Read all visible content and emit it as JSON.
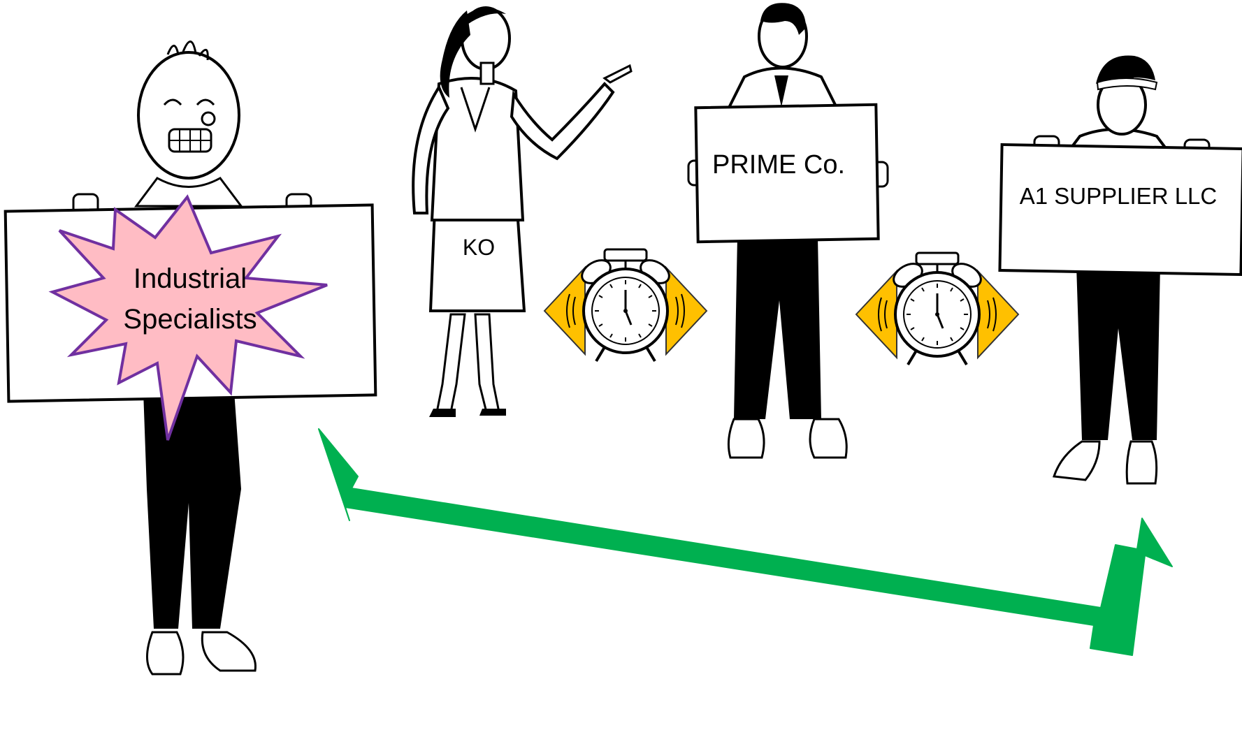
{
  "colors": {
    "arrow_green": "#00b050",
    "clock_arrow_gold": "#ffc000",
    "starburst_fill": "#ffbcc4",
    "starburst_stroke": "#7030a0",
    "ink": "#000000",
    "paper": "#ffffff"
  },
  "figures": [
    {
      "id": "industrial-specialists",
      "sign_lines": [
        "Industrial",
        "Specialists"
      ],
      "badge": "starburst"
    },
    {
      "id": "ko",
      "skirt_label": "KO"
    },
    {
      "id": "prime",
      "sign_text": "PRIME Co."
    },
    {
      "id": "a1-supplier",
      "sign_text": "A1 SUPPLIER LLC"
    }
  ],
  "connectors": [
    {
      "type": "bidirectional-arrow",
      "from": "industrial-specialists",
      "to": "a1-supplier",
      "color": "green"
    }
  ],
  "timers": [
    {
      "between": [
        "ko",
        "prime"
      ],
      "icon": "alarm-clock-icon"
    },
    {
      "between": [
        "prime",
        "a1-supplier"
      ],
      "icon": "alarm-clock-icon"
    }
  ]
}
